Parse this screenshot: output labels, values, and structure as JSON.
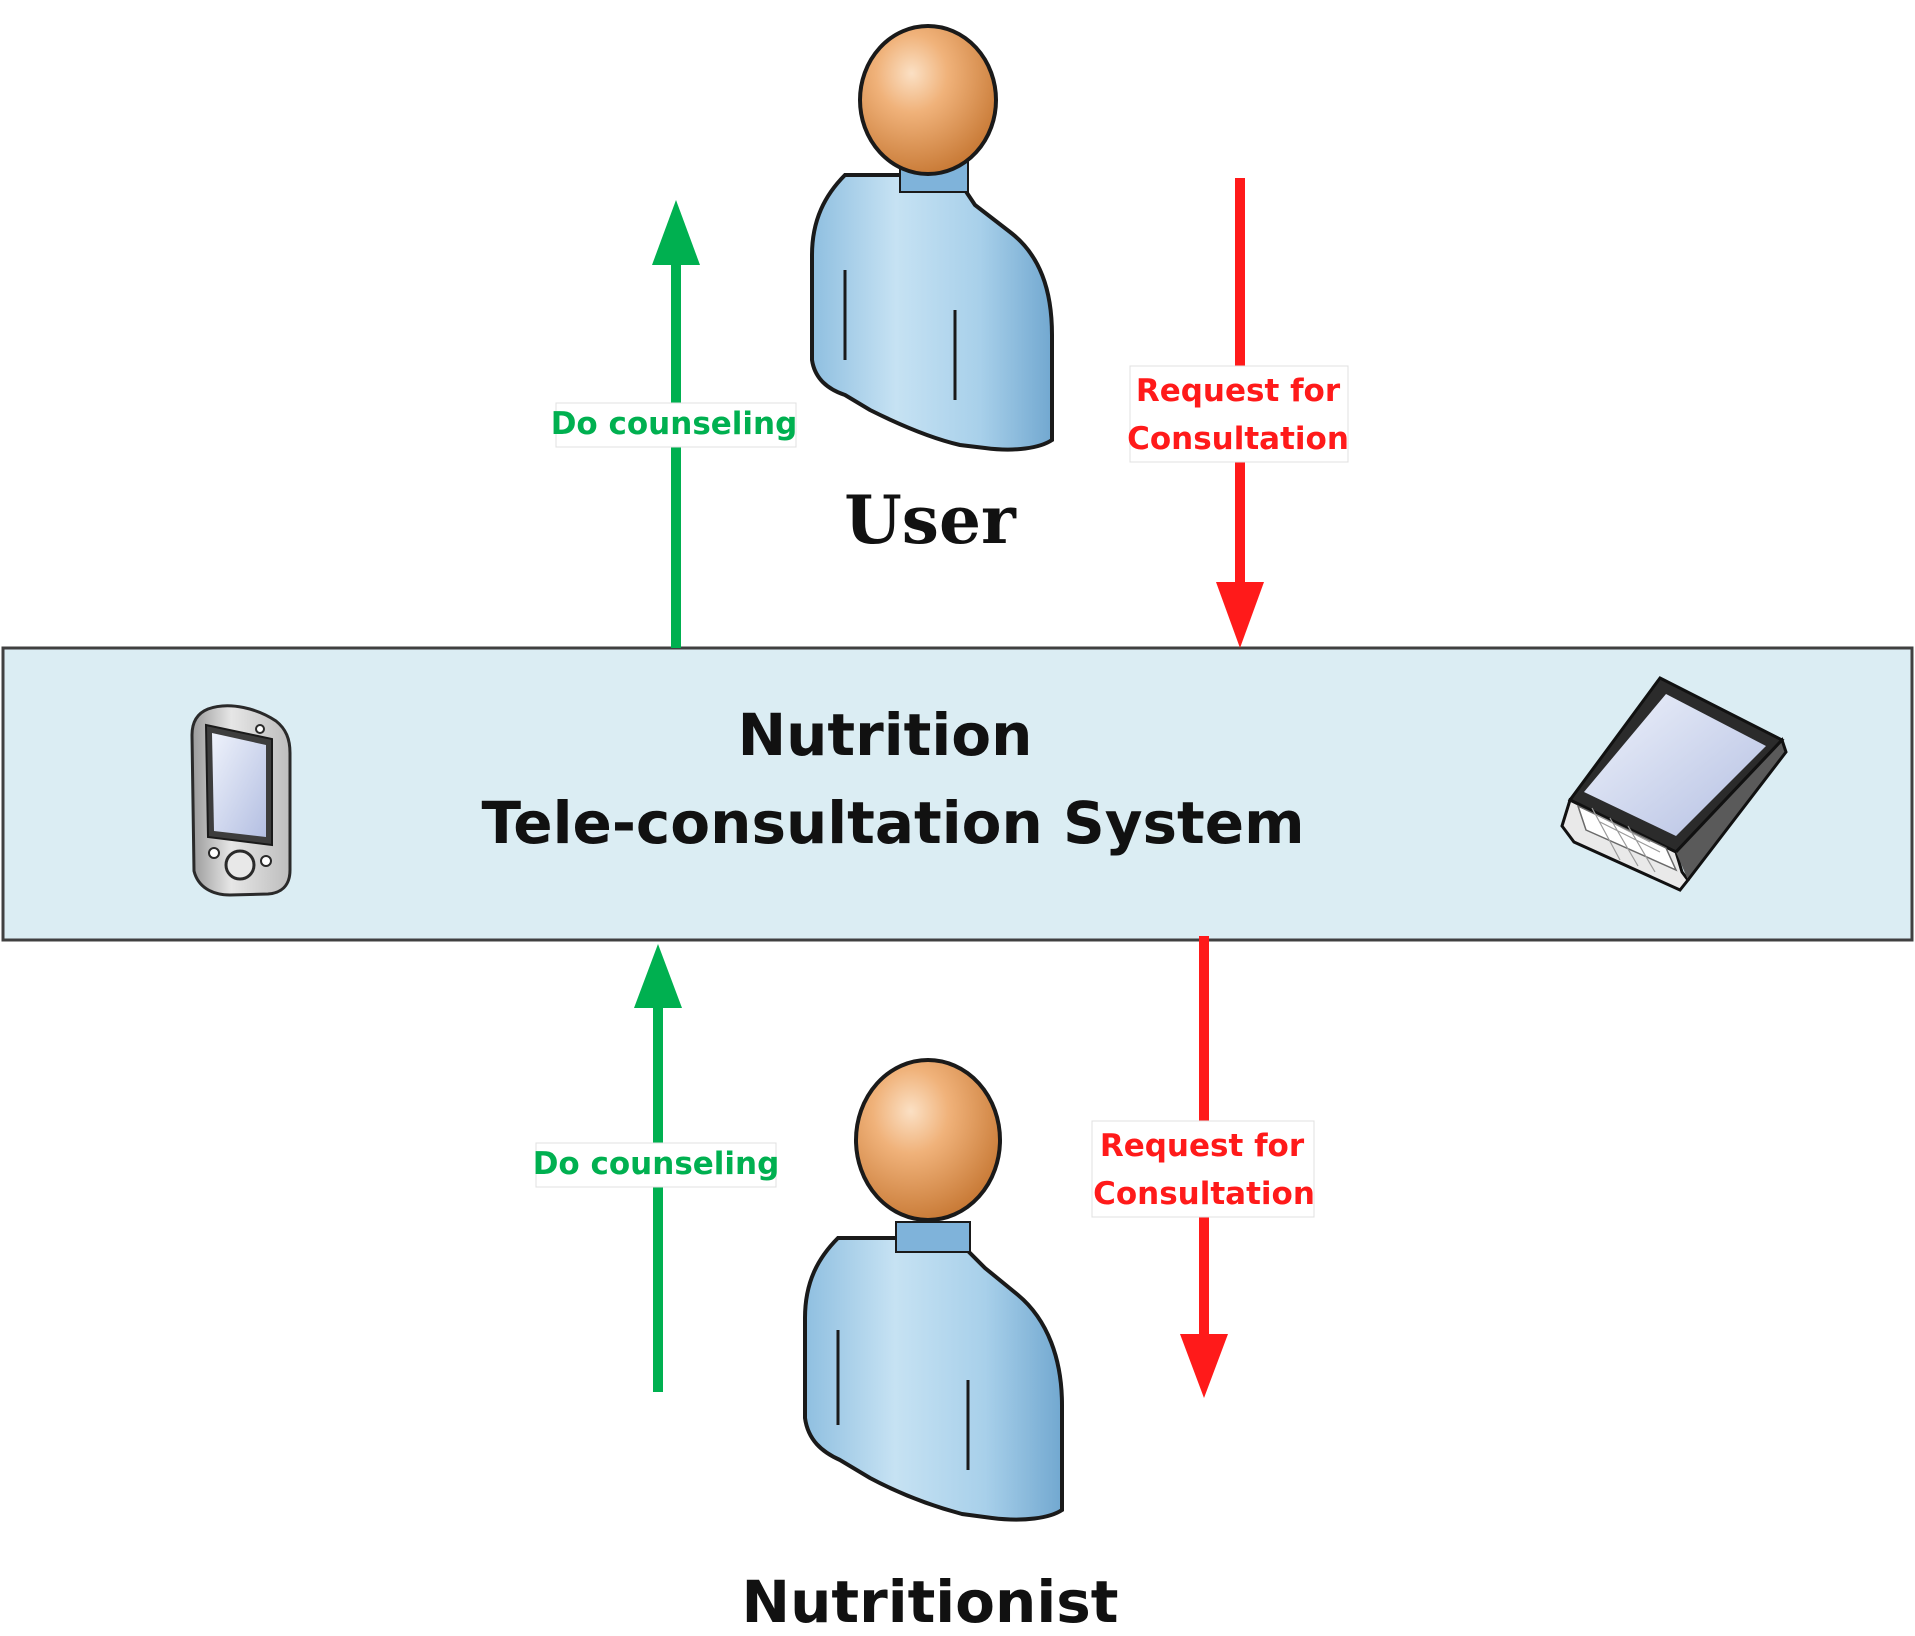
{
  "system": {
    "line1": "Nutrition",
    "line2": "Tele-consultation System"
  },
  "actors": {
    "user": "User",
    "nutritionist": "Nutritionist"
  },
  "flows": {
    "user_counseling": "Do counseling",
    "user_request_line1": "Request for",
    "user_request_line2": "Consultation",
    "nutritionist_counseling": "Do counseling",
    "nutritionist_request_line1": "Request for",
    "nutritionist_request_line2": "Consultation"
  },
  "icons": {
    "left_device": "pda-handheld-icon",
    "right_device": "laptop-icon",
    "actor": "person-icon"
  },
  "colors": {
    "system_fill": "#dbedf3",
    "counseling": "#00b050",
    "request": "#ff1a1a"
  }
}
